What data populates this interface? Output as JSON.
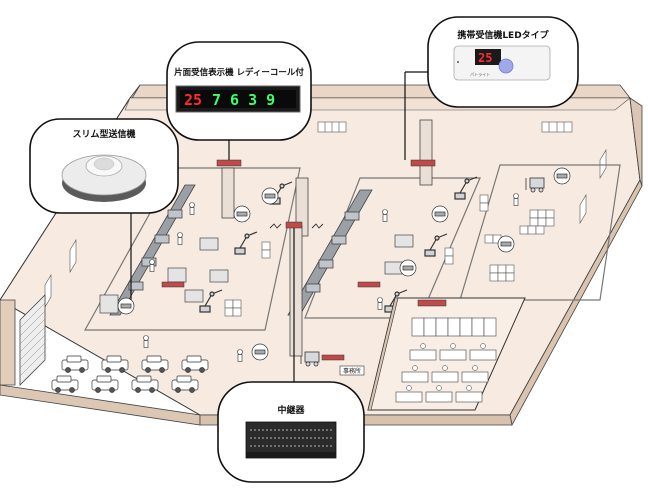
{
  "callouts": {
    "slim_transmitter": "スリム型送信機",
    "one_sided_display": "片面受信表示機 レディーコール付",
    "portable_receiver": "携帯受信機LEDタイプ",
    "repeater": "中継器"
  },
  "display_panel": {
    "number_red": "25",
    "number_green": "7 6 3 9"
  },
  "portable_device": {
    "number": "25",
    "brand": "パトライト"
  },
  "office": {
    "label": "事務所"
  },
  "colors": {
    "floor": "#f7ebe1",
    "wall": "#ead8c8",
    "outline": "#333333",
    "led_red": "#ff2a2a",
    "led_green": "#3cff6a",
    "callout_bg": "#ffffff"
  },
  "icons": [
    "call-button-icon",
    "robot-arm-icon",
    "forklift-icon",
    "car-icon",
    "worker-icon",
    "signal-wave-icon"
  ]
}
